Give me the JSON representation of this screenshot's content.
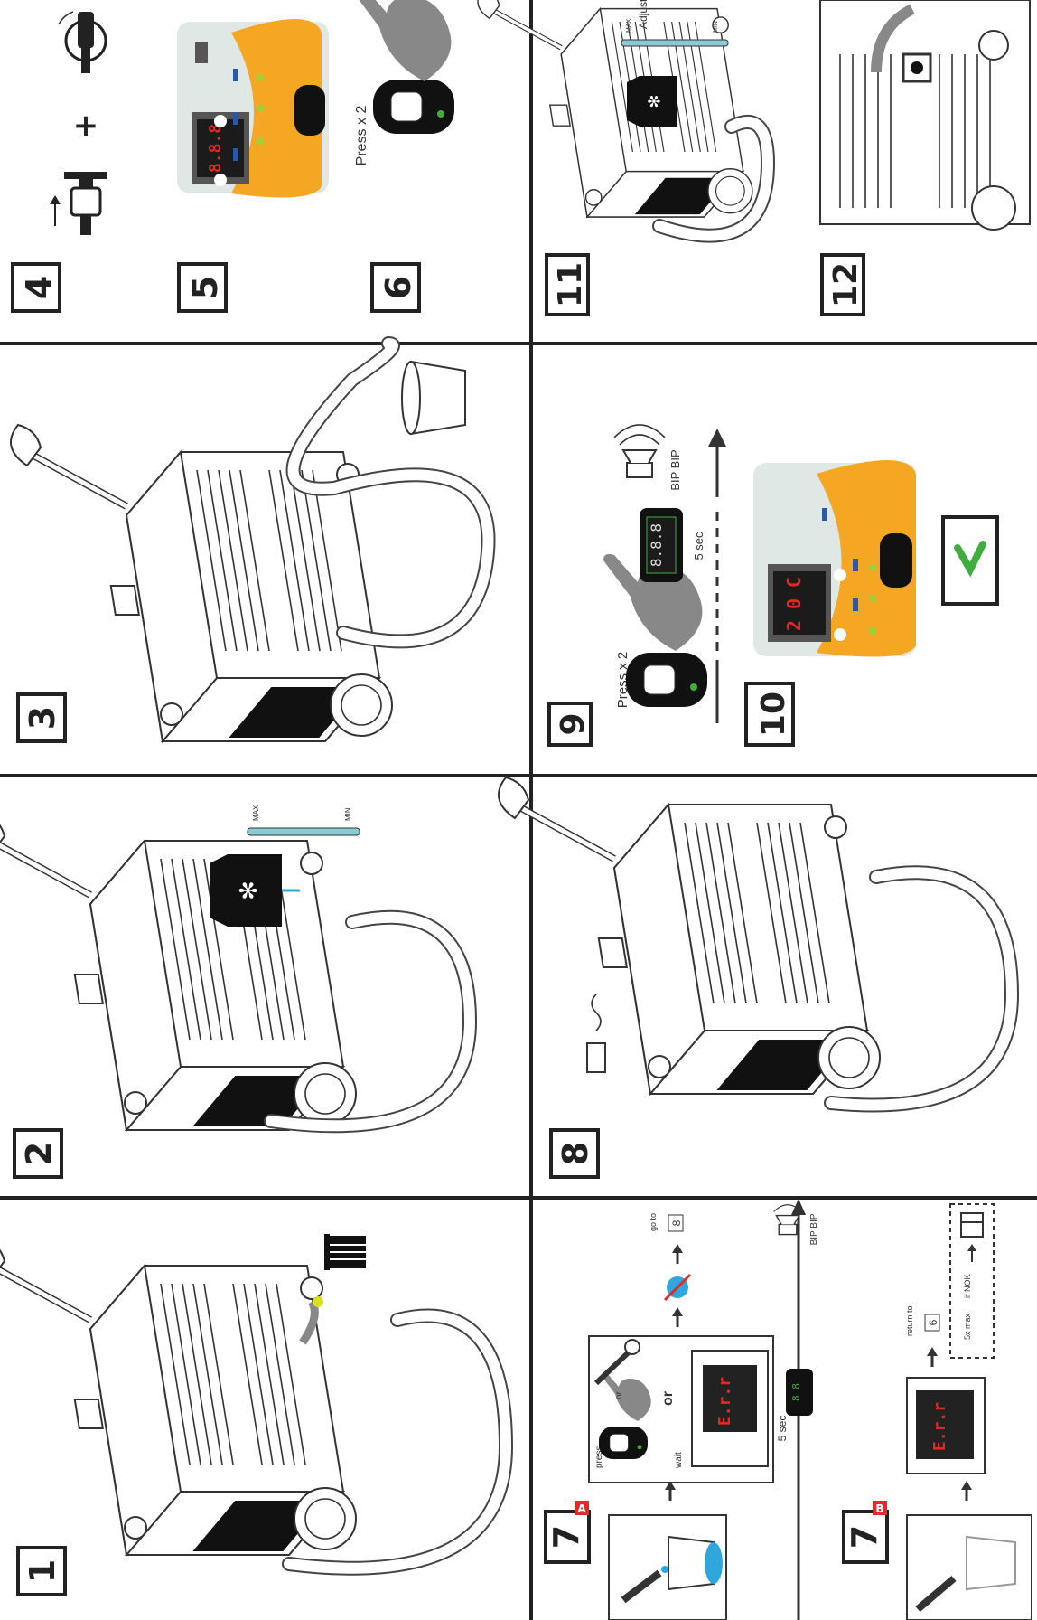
{
  "steps": {
    "s1": "1",
    "s2": "2",
    "s3": "3",
    "s4": "4",
    "s5": "5",
    "s6": "6",
    "s7a": "7",
    "s7b": "7",
    "s8": "8",
    "s9": "9",
    "s10": "10",
    "s11": "11",
    "s12": "12"
  },
  "badges": {
    "a": "A",
    "b": "B"
  },
  "text": {
    "press_x2": "Press x 2",
    "press_x2_9": "Press x 2",
    "five_sec": "5 sec",
    "five_sec_7": "5 sec",
    "bip_bip": "BIP BIP",
    "bip_bip_7": "BIP BIP",
    "press": "press",
    "or_small": "or",
    "or_big": "or",
    "wait": "wait",
    "go_to": "go to",
    "go_to_step": "8",
    "return_to": "return to",
    "return_to_step": "6",
    "five_x_max": "5x max",
    "if_nok": "if NOK",
    "adjust": "Adjust",
    "max": "MAX",
    "min": "MIN",
    "plus": "+"
  },
  "displays": {
    "d5": "8.8.8",
    "d7a": "E.r.r",
    "d7b": "E.r.r",
    "d9": "8.8.8",
    "d10": "2 0 C",
    "d7small": "8 8"
  },
  "colors": {
    "accent": "#f5a623",
    "led": "#e8271f",
    "panel": "#dfe8e4",
    "check": "#3fae3f",
    "badge": "#e02b2b",
    "coolant": "#2ea8dc"
  },
  "icons": {
    "power_switch": "power-switch-icon",
    "plug": "plug-icon",
    "bin": "trash-bin-icon",
    "coolant_can": "coolant-can-icon",
    "bucket": "bucket-icon",
    "buzzer": "buzzer-icon",
    "hand": "hand-press-icon",
    "check": "check-icon",
    "no_flow": "no-flow-icon"
  }
}
